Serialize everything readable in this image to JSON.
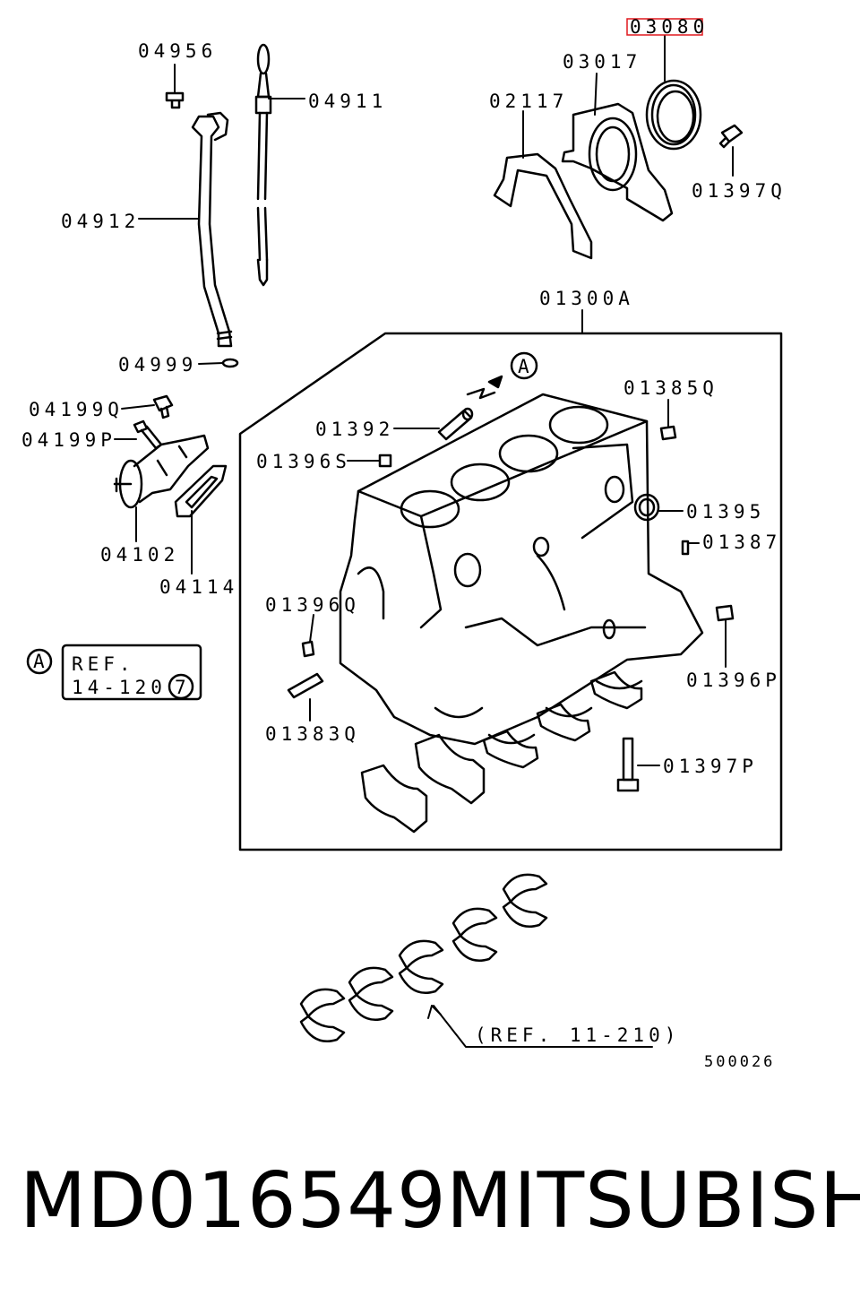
{
  "parts": {
    "p04956": "04956",
    "p04911": "04911",
    "p04912": "04912",
    "p04999": "04999",
    "p03080": "03080",
    "p03017": "03017",
    "p02117": "02117",
    "p01397Q": "01397Q",
    "p01300A": "01300A",
    "p01385Q": "01385Q",
    "p01392": "01392",
    "p01396S": "01396S",
    "p04199Q": "04199Q",
    "p04199P": "04199P",
    "p04102": "04102",
    "p04114": "04114",
    "p01395": "01395",
    "p01387": "01387",
    "p01396Q": "01396Q",
    "p01396P": "01396P",
    "p01383Q": "01383Q",
    "p01397P": "01397P"
  },
  "ref_box": {
    "circle_letter": "A",
    "line1": "REF.",
    "line2": "14-120",
    "circle_num": "7"
  },
  "arrow_ref_letter": "A",
  "bearing_ref": "(REF. 11-210)",
  "diagram_code": "500026",
  "highlight_color": "#e0191f",
  "footer": {
    "part_number": "MD016549",
    "brand": "MITSUBISHI"
  }
}
